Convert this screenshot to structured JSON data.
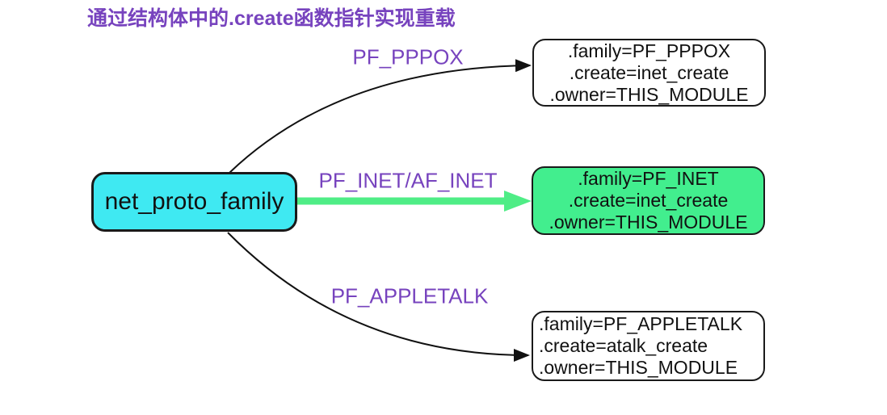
{
  "title": {
    "text": "通过结构体中的.create函数指针实现重载",
    "color": "#7743BE"
  },
  "source_node": {
    "label": "net_proto_family",
    "fill": "#3FE9F2"
  },
  "edges": [
    {
      "label": "PF_PPPOX",
      "style": "curved-thin-black",
      "color": "#111111"
    },
    {
      "label": "PF_INET/AF_INET",
      "style": "straight-thick-green",
      "color": "#4FED86"
    },
    {
      "label": "PF_APPLETALK",
      "style": "curved-thin-black",
      "color": "#111111"
    }
  ],
  "targets": [
    {
      "lines": [
        ".family=PF_PPPOX",
        ".create=inet_create",
        ".owner=THIS_MODULE"
      ],
      "fill": "#FFFFFF",
      "text_align": "center"
    },
    {
      "lines": [
        ".family=PF_INET",
        ".create=inet_create",
        ".owner=THIS_MODULE"
      ],
      "fill": "#42EE8E",
      "text_align": "center",
      "highlighted": true
    },
    {
      "lines": [
        ".family=PF_APPLETALK",
        ".create=atalk_create",
        ".owner=THIS_MODULE"
      ],
      "fill": "#FFFFFF",
      "text_align": "left"
    }
  ]
}
